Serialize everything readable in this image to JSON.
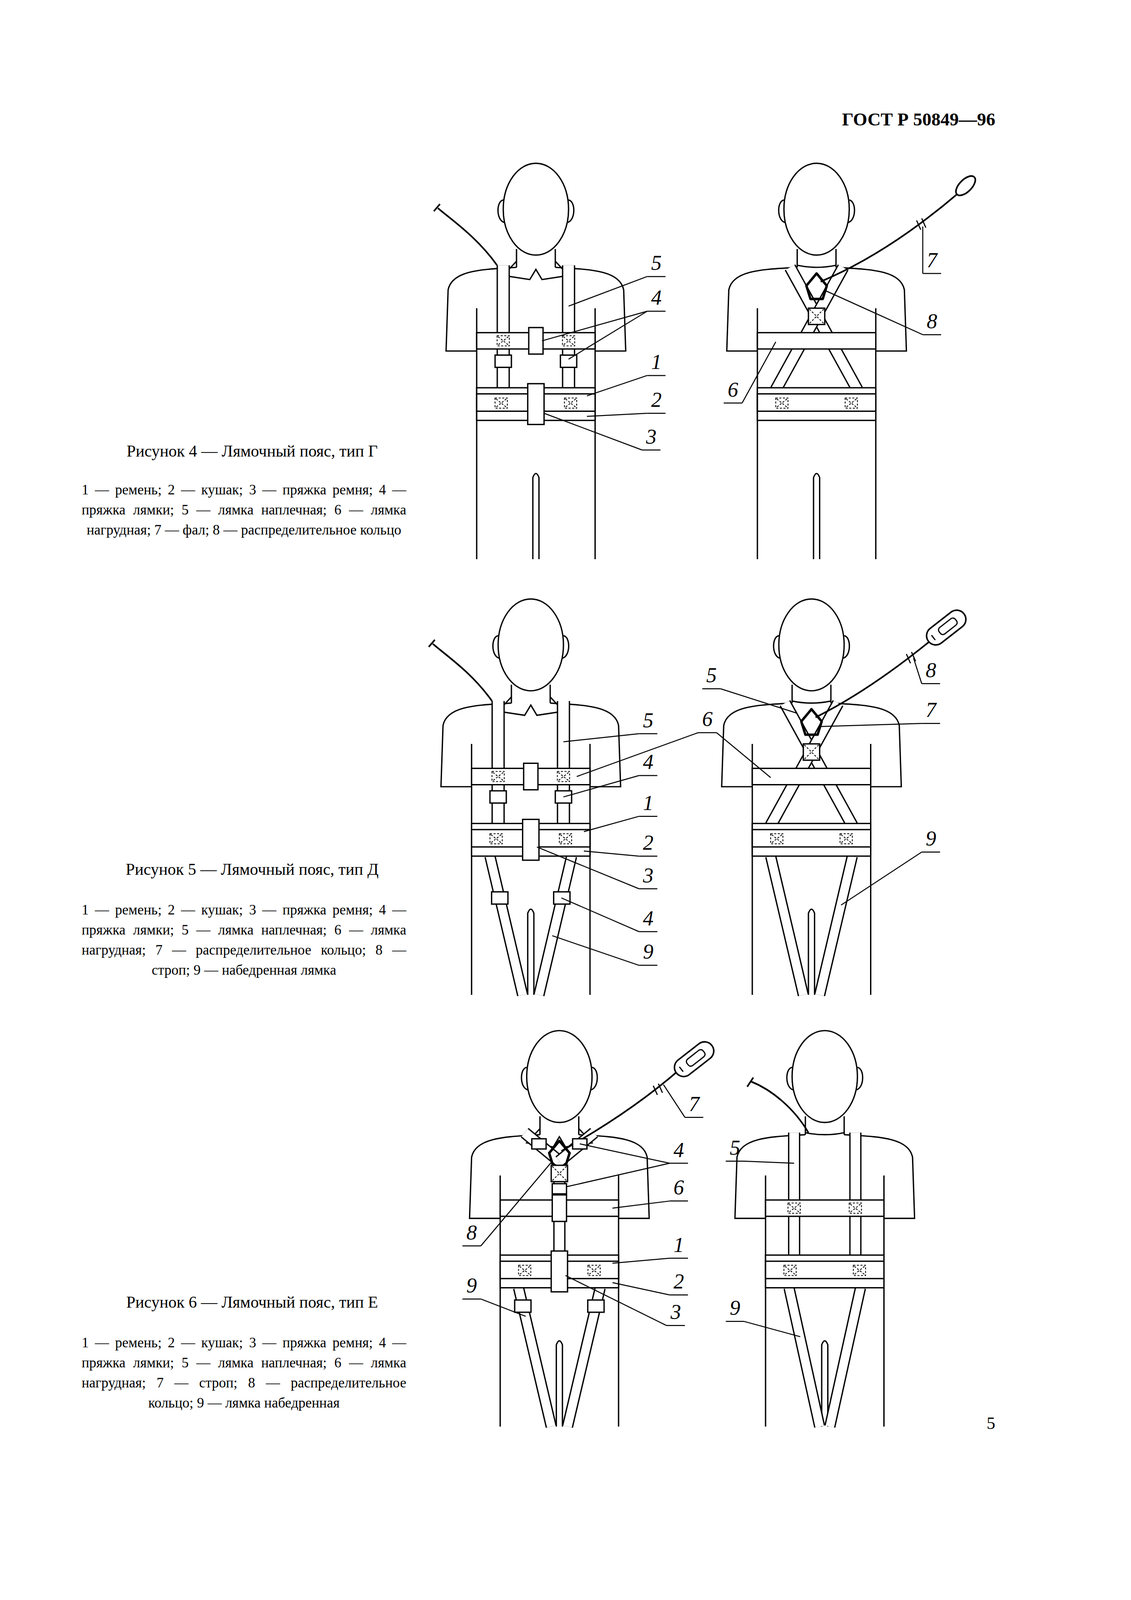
{
  "diagram": {
    "labels": [
      "ГОСТ Р 50849—96",
      "5",
      "4",
      "1",
      "2",
      "3",
      "7",
      "8",
      "6",
      "Рисунок 4 — Лямочный пояс, тип Г",
      "1 — ремень; 2 — кушак; 3 — пряжка ремня; 4 — пряжка лямки; 5 — лямка наплечная; 6 — лямка нагрудная; 7 — фал; 8 — распределительное кольцо",
      "5",
      "6",
      "4",
      "1",
      "2",
      "3",
      "4",
      "9",
      "5",
      "7",
      "8",
      "9",
      "Рисунок 5 — Лямочный пояс, тип Д",
      "1 — ремень; 2 — кушак; 3 — пряжка ремня; 4 — пряжка лямки; 5 — лямка наплечная; 6 — лямка нагрудная; 7 — распределительное кольцо; 8 — строп; 9 — набедренная лямка",
      "7",
      "4",
      "6",
      "1",
      "2",
      "8",
      "9",
      "3",
      "5",
      "9",
      "Рисунок 6 — Лямочный пояс, тип Е",
      "1 — ремень; 2 — кушак; 3 — пряжка ремня; 4 — пряжка лямки; 5 — лямка наплечная; 6 — лямка нагрудная; 7 — строп; 8 — распределительное кольцо; 9 — лямка набедренная",
      "5"
    ]
  }
}
